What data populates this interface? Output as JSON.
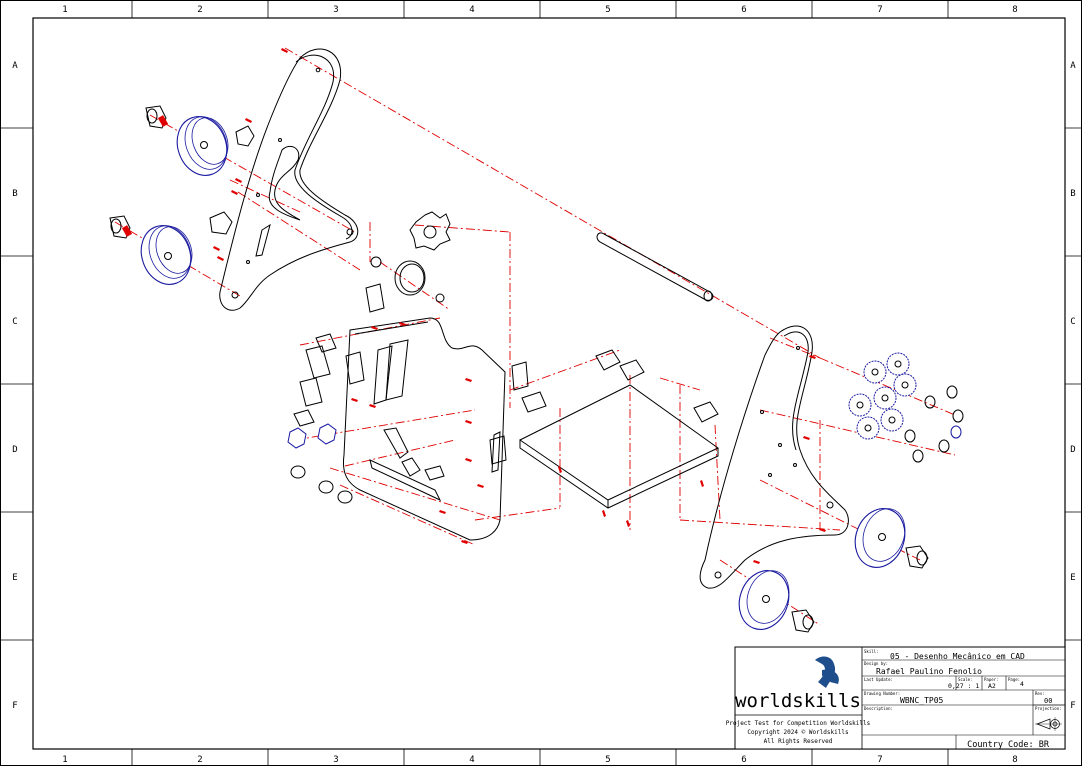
{
  "sheet": {
    "columns": [
      "1",
      "2",
      "3",
      "4",
      "5",
      "6",
      "7",
      "8"
    ],
    "rows": [
      "A",
      "B",
      "C",
      "D",
      "E",
      "F"
    ]
  },
  "title_block": {
    "logo_text": "worldskills",
    "project_lines": [
      "Project Test for Competition Worldskills",
      "Copyright 2024 © Worldskills",
      "All Rights Reserved"
    ],
    "skill_label": "Skill:",
    "skill_value": "05 - Desenho Mecânico em CAD",
    "design_label": "Design by:",
    "design_value": "Rafael Paulino Fenolio",
    "last_update_label": "Last Update:",
    "scale_label": "Scale:",
    "scale_value": "0,27 : 1",
    "paper_label": "Paper:",
    "paper_value": "A2",
    "page_label": "Page:",
    "page_value": "4",
    "drawing_number_label": "Drawing Number:",
    "drawing_number_value": "WBNC_TP05",
    "rev_label": "Rev:",
    "rev_value": "00",
    "description_label": "Description:",
    "projection_label": "Projection:",
    "country_code": "Country Code: BR"
  },
  "colors": {
    "axis_line": "#e00000",
    "wheel_blue": "#1a1aa0",
    "logo_blue": "#1f4e8c",
    "linework": "#000000"
  }
}
